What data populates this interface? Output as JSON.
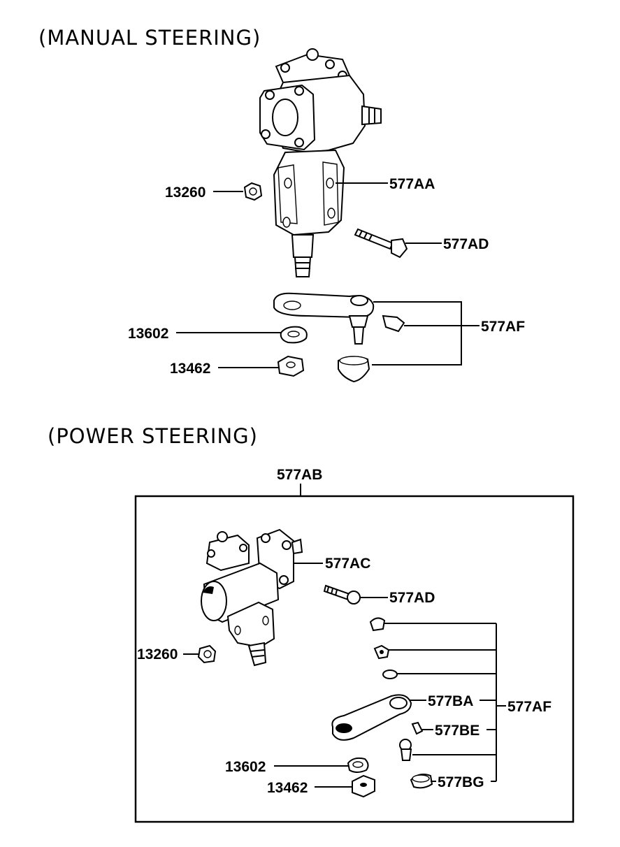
{
  "sections": {
    "manual": {
      "title": "(MANUAL STEERING)",
      "labels": {
        "gear_box": "577AA",
        "bolt": "577AD",
        "pitman_arm": "577AF",
        "nut": "13260",
        "washer": "13602",
        "nut2": "13462"
      }
    },
    "power": {
      "title": "(POWER STEERING)",
      "labels": {
        "assembly": "577AB",
        "gear_box": "577AC",
        "bolt": "577AD",
        "pitman_arm_kit": "577AF",
        "pitman_arm": "577BA",
        "ball_stud": "577BE",
        "boot": "577BG",
        "nut": "13260",
        "washer": "13602",
        "nut2": "13462"
      }
    }
  },
  "colors": {
    "ink": "#000000",
    "paper": "#ffffff"
  }
}
